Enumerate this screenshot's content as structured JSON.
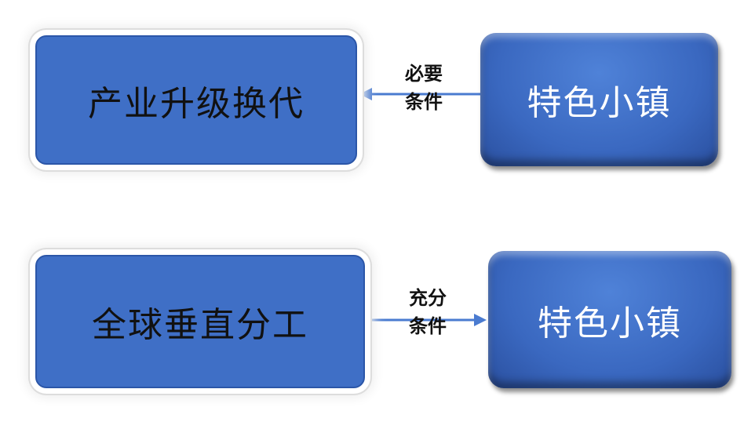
{
  "top": {
    "left_box": "产业升级换代",
    "right_box": "特色小镇",
    "arrow_label_line1": "必要",
    "arrow_label_line2": "条件"
  },
  "bottom": {
    "left_box": "全球垂直分工",
    "right_box": "特色小镇",
    "arrow_label_line1": "充分",
    "arrow_label_line2": "条件"
  },
  "colors": {
    "box": "#3f6fc6",
    "arrow": "#4a7bd0"
  }
}
